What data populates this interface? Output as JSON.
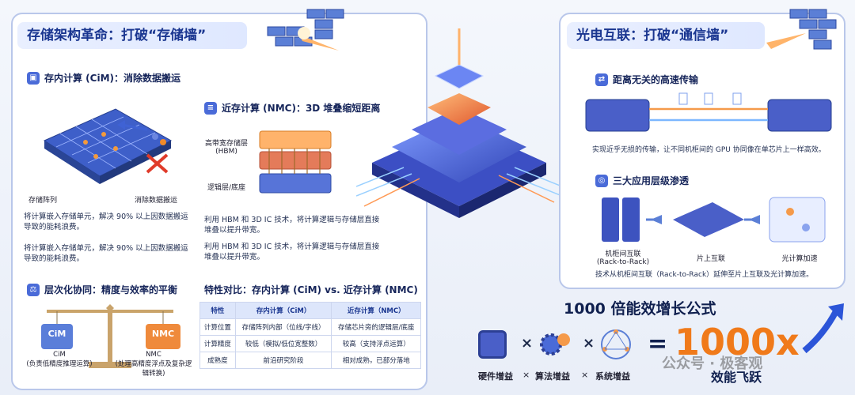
{
  "left_panel": {
    "title": "存储架构革命：打破“存储墙”",
    "cim": {
      "heading": "存内计算 (CiM)：消除数据搬运",
      "array_label": "存储阵列",
      "eliminate_label": "消除数据搬运",
      "desc1": "将计算嵌入存储单元，解决 90% 以上因数据搬运导致的能耗浪费。",
      "desc2": "将计算嵌入存储单元，解决 90% 以上因数据搬运导致的能耗浪费。"
    },
    "nmc": {
      "heading": "近存计算 (NMC)：3D 堆叠缩短距离",
      "hbm_label": "高带宽存储层 (HBM)",
      "logic_label": "逻辑层/底座",
      "desc1": "利用 HBM 和 3D IC 技术，将计算逻辑与存储层直接堆叠以提升带宽。",
      "desc2": "利用 HBM 和 3D IC 技术，将计算逻辑与存储层直接堆叠以提升带宽。"
    },
    "balance": {
      "heading": "层次化协同：精度与效率的平衡",
      "left_box": "CiM",
      "right_box": "NMC",
      "left_caption": "CiM\n(负责低精度推理运算)",
      "right_caption": "NMC\n(处理高精度浮点及复杂逻辑转换)"
    },
    "compare": {
      "heading": "特性对比：存内计算 (CiM) vs. 近存计算 (NMC)",
      "columns": [
        "特性",
        "存内计算（CiM）",
        "近存计算（NMC）"
      ],
      "rows": [
        [
          "计算位置",
          "存储阵列内部（位线/字线）",
          "存储芯片旁的逻辑层/底座"
        ],
        [
          "计算精度",
          "较低（模拟/低位宽整数）",
          "较高（支持浮点运算）"
        ],
        [
          "成熟度",
          "前沿研究阶段",
          "相对成熟，已部分落地"
        ]
      ]
    }
  },
  "right_panel": {
    "title": "光电互联：打破“通信墙”",
    "transfer": {
      "heading": "距离无关的高速传输",
      "desc": "实现近乎无损的传输，让不同机柜间的 GPU 协同像在单芯片上一样高效。"
    },
    "levels": {
      "heading": "三大应用层级渗透",
      "items": [
        "机柜间互联\n(Rack-to-Rack)",
        "片上互联",
        "光计算加速"
      ],
      "desc": "技术从机柜间互联（Rack-to-Rack）延伸至片上互联及光计算加速。"
    }
  },
  "formula": {
    "title": "1000 倍能效增长公式",
    "terms": [
      "硬件增益",
      "算法增益",
      "系统增益"
    ],
    "times": "×",
    "equals": "=",
    "result": "1000x",
    "result_caption": "效能飞跃",
    "watermark": "公众号 · 极客观"
  },
  "colors": {
    "accent": "#1a3690",
    "orange": "#f07a1a",
    "blue": "#4a6bd8"
  }
}
